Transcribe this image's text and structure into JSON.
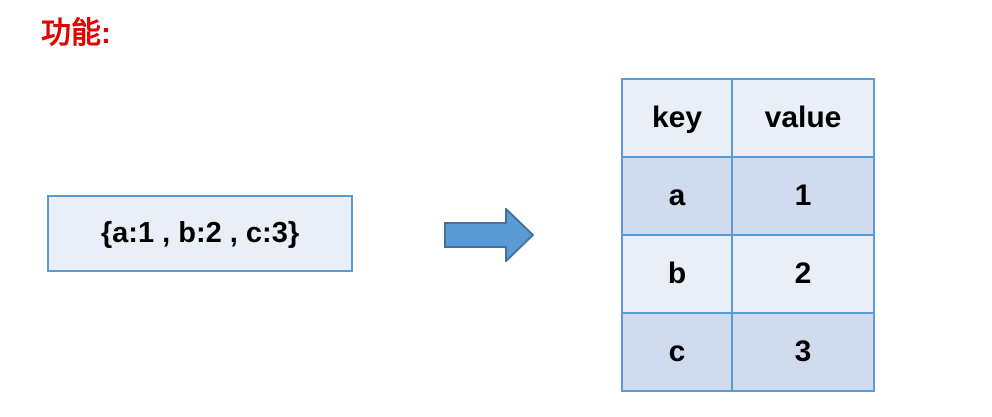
{
  "title": "功能:",
  "input_object": "{a:1 , b:2 , c:3}",
  "table": {
    "headers": {
      "key": "key",
      "value": "value"
    },
    "rows": [
      {
        "key": "a",
        "value": "1"
      },
      {
        "key": "b",
        "value": "2"
      },
      {
        "key": "c",
        "value": "3"
      }
    ]
  },
  "colors": {
    "title": "#e60000",
    "border": "#5b9bd5",
    "fill_light": "#e9eef7",
    "fill_dark": "#d0dcee",
    "arrow_fill": "#5b9bd5",
    "arrow_stroke": "#41719c"
  },
  "icons": {
    "transform_arrow": "right-arrow-icon"
  }
}
